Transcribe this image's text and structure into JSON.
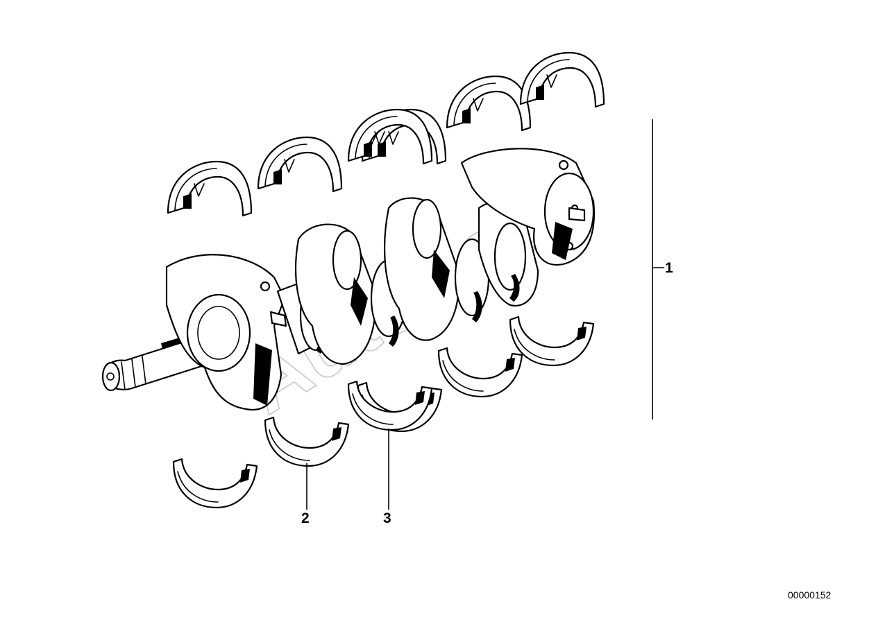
{
  "callouts": [
    {
      "id": "1",
      "label": "1"
    },
    {
      "id": "2",
      "label": "2"
    },
    {
      "id": "3",
      "label": "3"
    }
  ],
  "diagram_id": "00000152",
  "watermark": "AutoSoft",
  "colors": {
    "ink": "#000000",
    "watermark": "#c8c8c8",
    "background": "#ffffff"
  }
}
